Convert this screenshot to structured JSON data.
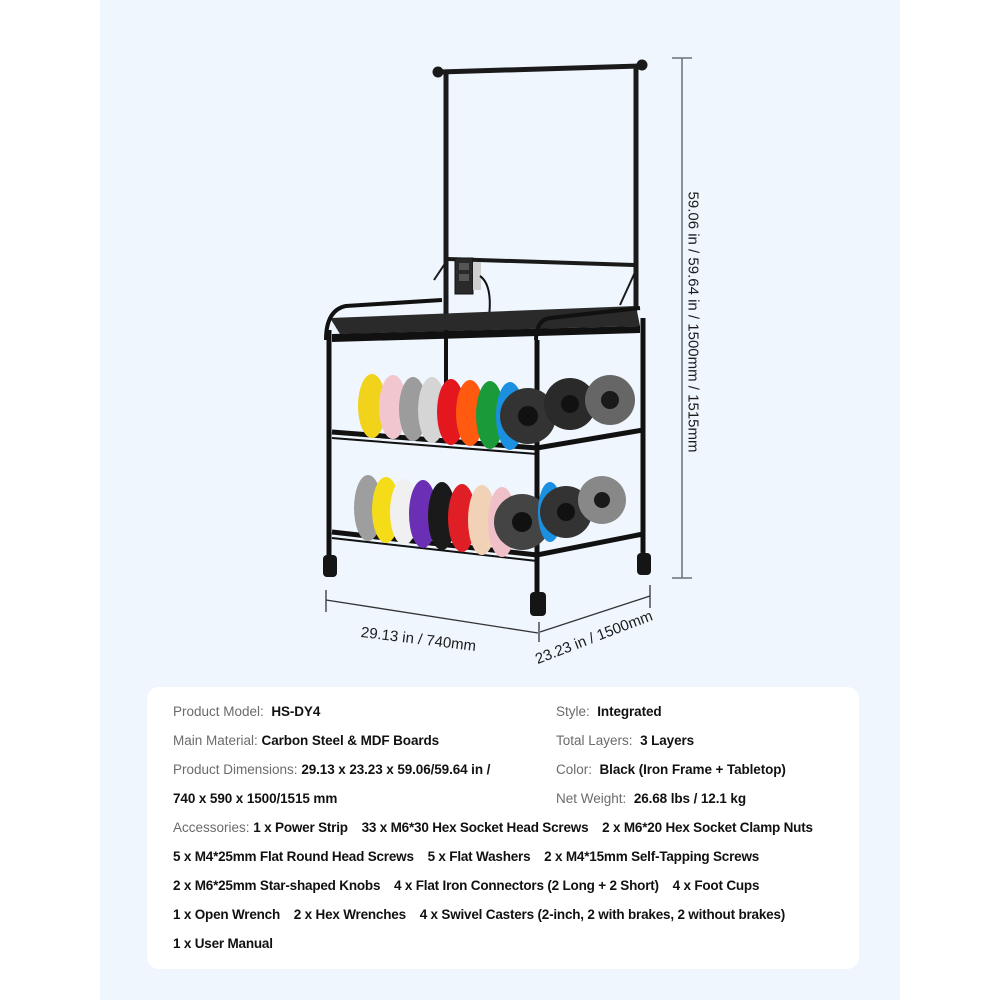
{
  "dimensions": {
    "height_label": "59.06 in / 59.64 in / 1500mm / 1515mm",
    "width_label": "29.13 in / 740mm",
    "depth_label": "23.23 in / 1500mm"
  },
  "product_image": {
    "subject": "3-layer black filament storage cart with top frame, tabletop, power strip and casters",
    "frame_color": "#1a1a1a",
    "upper_shelf_spools": [
      "#f2d31b",
      "#f1c6cf",
      "#9c9c9c",
      "#d5d5d5",
      "#e3171d",
      "#ff5a10",
      "#1b9a3a",
      "#1b8fe0",
      "#222222",
      "#555555"
    ],
    "lower_shelf_spools": [
      "#9e9e9e",
      "#f4dc19",
      "#f0f0f0",
      "#6a2fb5",
      "#1a1a1a",
      "#e01e25",
      "#f2d2b6",
      "#f0c0c8",
      "#1b8fe0",
      "#d0d0d0"
    ]
  },
  "specs": {
    "left": [
      {
        "label": "Product Model:",
        "value": "HS-DY4"
      },
      {
        "label": "Main Material:",
        "value": "Carbon Steel & MDF Boards"
      },
      {
        "label": "Product Dimensions:",
        "value": "29.13 x 23.23 x 59.06/59.64 in /"
      },
      {
        "label": "",
        "value": "740 x 590 x 1500/1515 mm"
      }
    ],
    "right": [
      {
        "label": "Style:",
        "value": "Integrated"
      },
      {
        "label": "Total Layers:",
        "value": "3 Layers"
      },
      {
        "label": "Color:",
        "value": "Black (Iron Frame + Tabletop)"
      },
      {
        "label": "Net Weight:",
        "value": "26.68 lbs / 12.1 kg"
      }
    ],
    "accessories_label": "Accessories:",
    "accessories_lines": [
      [
        "1 x Power Strip",
        "33 x M6*30 Hex Socket Head Screws",
        "2 x M6*20 Hex Socket Clamp Nuts"
      ],
      [
        "5 x M4*25mm Flat Round Head Screws",
        "5 x Flat Washers",
        "2 x M4*15mm Self-Tapping Screws"
      ],
      [
        "2 x M6*25mm Star-shaped Knobs",
        "4 x Flat Iron Connectors (2 Long + 2 Short)",
        "4 x Foot Cups"
      ],
      [
        "1 x Open Wrench",
        "2 x Hex Wrenches",
        "4 x Swivel Casters (2-inch, 2 with brakes, 2 without brakes)"
      ],
      [
        "1 x User Manual"
      ]
    ]
  },
  "colors": {
    "page_bg": "#ffffff",
    "panel_bg": "#eff6fd",
    "card_bg": "#ffffff",
    "label_text": "#6b6b6b",
    "value_text": "#111111",
    "dimension_line": "#6a7078"
  }
}
